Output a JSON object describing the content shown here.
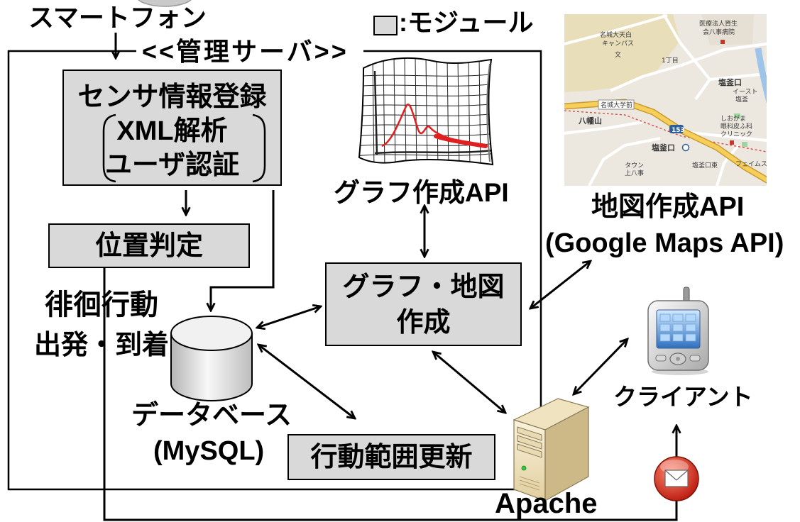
{
  "smartphone": {
    "label": "スマートフォン"
  },
  "legend": {
    "label": ":モジュール",
    "swatch_color": "#d9d9d9"
  },
  "server": {
    "label": "<<管理サーバ>>"
  },
  "modules": {
    "sensor_registration": {
      "title": "センサ情報登録",
      "sub_items": [
        "XML解析",
        "ユーザ認証"
      ]
    },
    "position_judgment": {
      "label": "位置判定"
    },
    "graph_map_creation": {
      "lines": [
        "グラフ・地図",
        "作成"
      ]
    },
    "range_update": {
      "label": "行動範囲更新"
    }
  },
  "flow_labels": {
    "wandering": "徘徊行動",
    "depart_arrive": "出発・到着"
  },
  "database": {
    "label": "データベース",
    "engine": "(MySQL)"
  },
  "graph_api": {
    "label": "グラフ作成API"
  },
  "map_api": {
    "label": "地図作成API",
    "provider": "(Google Maps API)"
  },
  "client": {
    "label": "クライアント"
  },
  "web_server": {
    "label": "Apache"
  },
  "map_image": {
    "labels": {
      "campus": [
        "名城大天白",
        "キャンパス"
      ],
      "school_symbol": "文",
      "district": "1丁目",
      "hospital": [
        "医療法人資生",
        "会八事病院"
      ],
      "area": "塩釜口",
      "east": [
        "イースト",
        "塩釜"
      ],
      "bus_stop": "名城大学前",
      "hachimanyama": "八幡山",
      "clinic": [
        "しおがま",
        "眼科皮ふ科",
        "クリニック"
      ],
      "route_number": "153",
      "station": "塩釜口",
      "station_east": "塩釜口東",
      "town": [
        "タウン",
        "上八事"
      ],
      "building": "フェイムス"
    }
  },
  "icons": {
    "graph": "line-chart-paper-icon",
    "map": "street-map-image",
    "database": "database-cylinder-icon",
    "client": "pda-phone-icon",
    "web_server": "server-tower-icon",
    "notification": "mail-icon"
  },
  "colors": {
    "module_fill": "#d9d9d9",
    "line": "#000000",
    "graph_curve": "#e02020",
    "mail_badge": "#d9301e",
    "phone_screen": "#2f6fc0"
  }
}
